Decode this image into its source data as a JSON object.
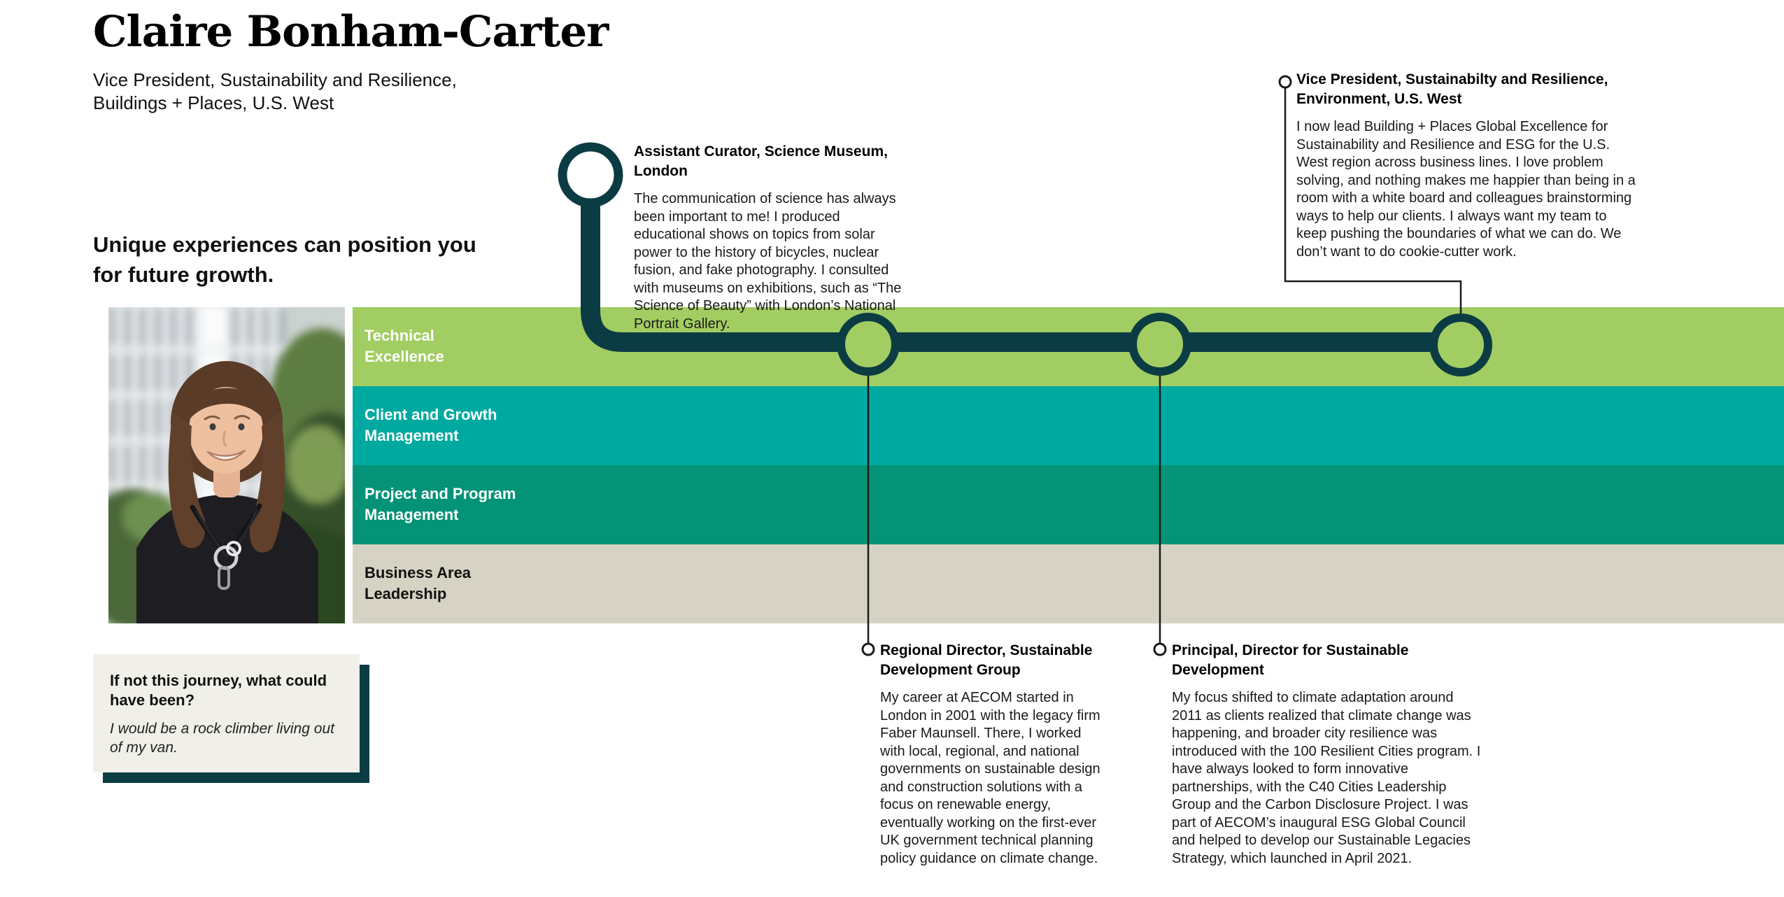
{
  "header": {
    "name": "Claire Bonham-Carter",
    "role": "Vice President, Sustainability and Resilience, Buildings + Places, U.S. West",
    "headline": "Unique experiences can position you for future growth."
  },
  "photo": {
    "alt_name": "portrait-photo"
  },
  "bands": [
    {
      "label": "Technical Excellence",
      "color": "#a2cd62",
      "text_color": "#ffffff"
    },
    {
      "label": "Client and Growth Management",
      "color": "#00a9a0",
      "text_color": "#ffffff"
    },
    {
      "label": "Project and Program Management",
      "color": "#049376",
      "text_color": "#ffffff"
    },
    {
      "label": "Business Area Leadership",
      "color": "#d6d3c4",
      "text_color": "#111111"
    }
  ],
  "milestones": [
    {
      "title": "Assistant Curator, Science Museum, London",
      "description": "The communication of science has always been important to me! I produced educational shows on topics from solar power to the history of bicycles, nuclear fusion, and fake photography. I consulted with museums on exhibitions, such as “The Science of Beauty” with London’s National Portrait Gallery."
    },
    {
      "title": "Regional Director, Sustainable Development Group",
      "description": "My career at AECOM started in London in 2001 with the legacy firm Faber Maunsell. There, I worked with local, regional, and national governments on sustainable design and construction solutions with a focus on renewable energy, eventually working on the first-ever UK government technical planning policy guidance on climate change."
    },
    {
      "title": "Principal, Director for Sustainable Development",
      "description": "My focus shifted to climate adaptation around 2011 as clients realized that climate change was happening, and broader city resilience was introduced with the 100 Resilient Cities program. I have always looked to form innovative partnerships, with the C40 Cities Leadership Group and the Carbon Disclosure Project. I was part of AECOM’s inaugural ESG Global Council and helped to develop our Sustainable Legacies Strategy, which launched in April 2021."
    },
    {
      "title": "Vice President, Sustainabilty and Resilience, Environment, U.S. West",
      "description": "I now lead Building + Places Global Excellence for Sustainability and Resilience and ESG for the U.S. West region across business lines. I love problem solving, and nothing makes me happier than being in a room with a white board and colleagues brainstorming ways to help our clients. I always want my team to keep pushing the boundaries of what we can do. We don’t want to do cookie-cutter work."
    }
  ],
  "question_box": {
    "question": "If not this journey, what could have been?",
    "answer": "I would be a rock climber living out of my van."
  },
  "colors": {
    "timeline": "#0c3c43",
    "connector": "#1a1a1a",
    "band_technical": "#a2cd62",
    "band_client": "#00a9a0",
    "band_project": "#049376",
    "band_business": "#d6d3c4",
    "question_box_bg": "#f0efe8",
    "question_box_shadow": "#0c3c43"
  }
}
